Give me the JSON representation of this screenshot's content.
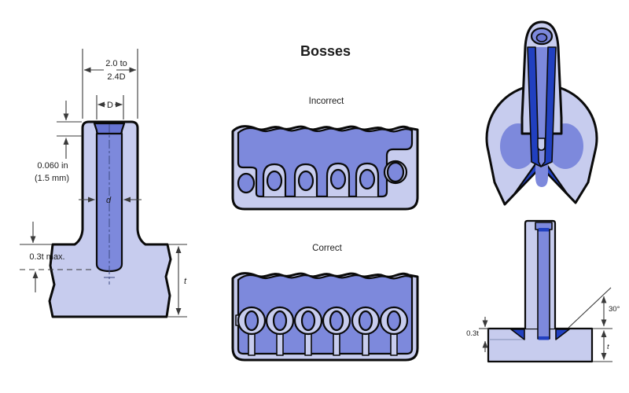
{
  "title": "Bosses",
  "center": {
    "incorrect": "Incorrect",
    "correct": "Correct"
  },
  "left": {
    "dim_boss_od_line1": "2.0 to",
    "dim_boss_od_line2": "2.4D",
    "dim_hole_top": "D",
    "dim_min_wall_line1": "0.060 in",
    "dim_min_wall_line2": "(1.5 mm)",
    "dim_hole": "d",
    "dim_core_depth": "0.3t max.",
    "dim_wall_thickness": "t"
  },
  "right_detail": {
    "angle": "30°",
    "recess_depth": "0.3t",
    "wall_thickness": "t"
  },
  "colors": {
    "light": "#c7ccee",
    "medium": "#7d89dc",
    "dark": "#2140c0",
    "chamfer": "#6673d2",
    "outline": "#0a0a0a",
    "dim": "#3a3a3a",
    "text": "#1c1c1c"
  }
}
